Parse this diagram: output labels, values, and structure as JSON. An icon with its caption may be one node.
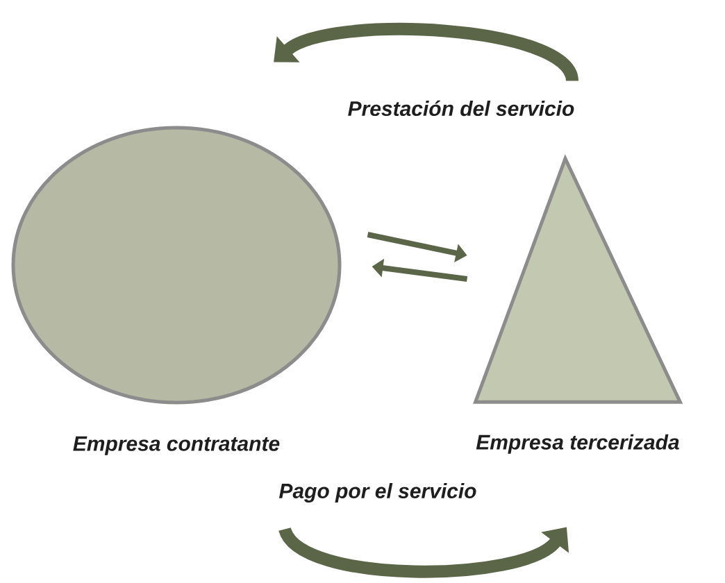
{
  "diagram": {
    "nodes": [
      {
        "text": [],
        "shape": "circle",
        "beside": [
          "Empresa contratante"
        ]
      },
      {
        "text": [],
        "shape": "triangle",
        "beside": [
          "Empresa tercerizada"
        ]
      }
    ],
    "edges": [
      {
        "from": 1,
        "to": 0,
        "arrow": "to",
        "style": "thick",
        "label": "Prestación del servicio"
      },
      {
        "from": 0,
        "to": 1,
        "arrow": "to",
        "style": "thick",
        "label": "Pago por el servicio"
      },
      {
        "from": 0,
        "to": 1,
        "arrow": "to"
      },
      {
        "from": 1,
        "to": 0,
        "arrow": "to"
      }
    ]
  }
}
